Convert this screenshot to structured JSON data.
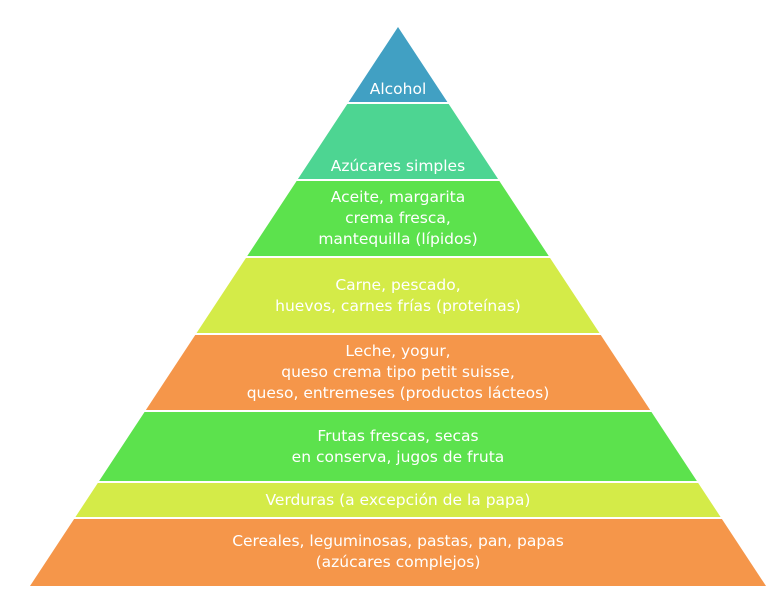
{
  "pyramid": {
    "levels": [
      {
        "id": "alcohol",
        "color": "#41a0c3",
        "lines": [
          "Alcohol"
        ]
      },
      {
        "id": "simple-sugars",
        "color": "#4dd592",
        "lines": [
          "Azúcares simples"
        ]
      },
      {
        "id": "lipids",
        "color": "#5ce24d",
        "lines": [
          "Aceite, margarita",
          "crema fresca,",
          "mantequilla (lípidos)"
        ]
      },
      {
        "id": "proteins",
        "color": "#d4eb48",
        "lines": [
          "Carne, pescado,",
          "huevos, carnes frías (proteínas)"
        ]
      },
      {
        "id": "dairy",
        "color": "#f5964a",
        "lines": [
          "Leche, yogur,",
          "queso crema tipo petit suisse,",
          "queso, entremeses (productos lácteos)"
        ]
      },
      {
        "id": "fruits",
        "color": "#5ce24d",
        "lines": [
          "Frutas frescas, secas",
          "en conserva, jugos de fruta"
        ]
      },
      {
        "id": "vegetables",
        "color": "#d4eb48",
        "lines": [
          "Verduras (a excepción de la papa)"
        ]
      },
      {
        "id": "cereals",
        "color": "#f5964a",
        "lines": [
          "Cereales, leguminosas, pastas, pan, papas",
          "(azúcares complejos)"
        ]
      }
    ]
  }
}
